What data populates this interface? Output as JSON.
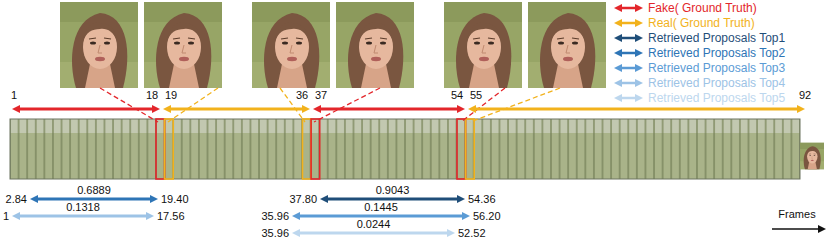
{
  "diagram": {
    "labels": [
      "1",
      "18",
      "19",
      "36",
      "37",
      "54",
      "55",
      "92",
      "2.84",
      "0.6889",
      "19.40",
      "1",
      "0.1318",
      "17.56",
      "37.80",
      "0.9043",
      "54.36",
      "35.96",
      "0.1445",
      "56.20",
      "35.96",
      "0.0244",
      "52.52",
      "Frames"
    ],
    "legend": [
      {
        "text": "Fake( Ground Truth)",
        "color": "#e3262b"
      },
      {
        "text": "Real( Ground Truth)",
        "color": "#f2b21c"
      },
      {
        "text": "Retrieved Proposals Top1",
        "color": "#1f4e79"
      },
      {
        "text": "Retrieved Proposals Top2",
        "color": "#2e75b6"
      },
      {
        "text": "Retrieved Proposals Top3",
        "color": "#5b9bd5"
      },
      {
        "text": "Retrieved Proposals Top4",
        "color": "#9dc3e6"
      },
      {
        "text": "Retrieved Proposals Top5",
        "color": "#bdd7ee"
      }
    ]
  }
}
